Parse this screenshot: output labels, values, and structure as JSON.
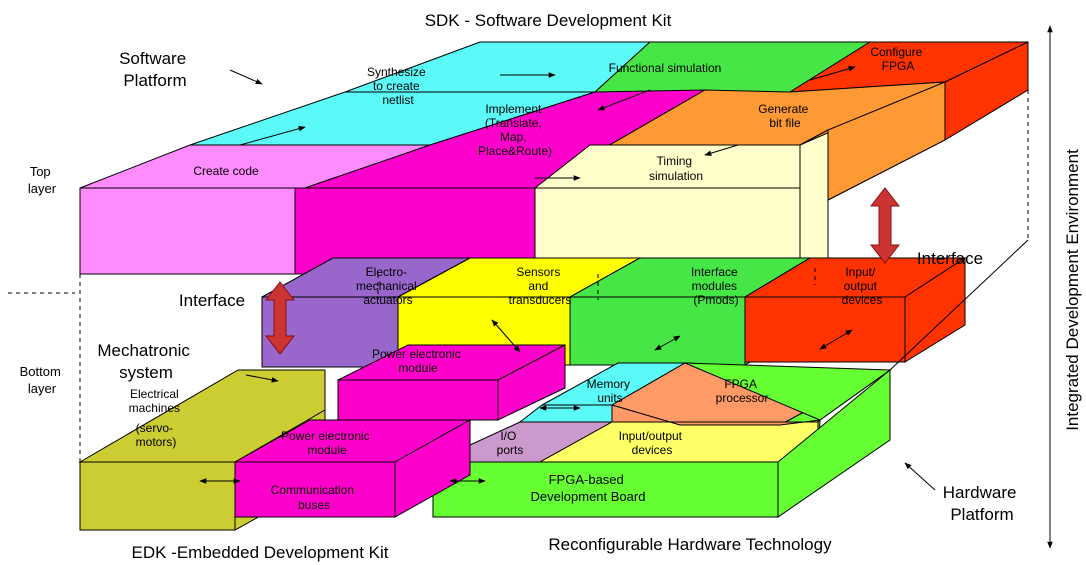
{
  "titles": {
    "sdk": "SDK - Software Development Kit",
    "edk": "EDK -Embedded Development Kit",
    "rht": "Reconfigurable Hardware Technology",
    "ide": "Integrated Development Environment"
  },
  "labels": {
    "software_platform_1": "Software",
    "software_platform_2": "Platform",
    "top_layer_1": "Top",
    "top_layer_2": "layer",
    "bottom_layer_1": "Bottom",
    "bottom_layer_2": "layer",
    "mechatronic_1": "Mechatronic",
    "mechatronic_2": "system",
    "hardware_1": "Hardware",
    "hardware_2": "Platform",
    "interface_left": "Interface",
    "interface_right": "Interface"
  },
  "top_blocks": {
    "create_code": "Create code",
    "synth_1": "Synthesize",
    "synth_2": "to create",
    "synth_3": "netlist",
    "func_sim": "Functional simulation",
    "configure_1": "Configure",
    "configure_2": "FPGA",
    "impl_1": "Implement",
    "impl_2": "(Translate,",
    "impl_3": "Map,",
    "impl_4": "Place&Route)",
    "gen_1": "Generate",
    "gen_2": "bit file",
    "timing_1": "Timing",
    "timing_2": "simulation"
  },
  "bottom_blocks": {
    "actuators_1": "Electro-",
    "actuators_2": "mechanical",
    "actuators_3": "actuators",
    "sensors_1": "Sensors",
    "sensors_2": "and",
    "sensors_3": "transducers",
    "iface_1": "Interface",
    "iface_2": "modules",
    "iface_3": "(Pmods)",
    "io_1": "Input/",
    "io_2": "output",
    "io_3": "devices",
    "machines_1": "Electrical",
    "machines_2": "machines",
    "machines_3": "(servo-",
    "machines_4": "motors)",
    "power_top_1": "Power electronic",
    "power_top_2": "module",
    "memory_1": "Memory",
    "memory_2": "units",
    "fpga_proc_1": "FPGA",
    "fpga_proc_2": "processor",
    "power_low_1": "Power electronic",
    "power_low_2": "module",
    "comm_1": "Communication",
    "comm_2": "buses",
    "ioports_1": "I/O",
    "ioports_2": "ports",
    "iodev_1": "Input/output",
    "iodev_2": "devices",
    "board_1": "FPGA-based",
    "board_2": "Development Board"
  },
  "colors": {
    "pink": "#FF8CFF",
    "cyan": "#5CF9F9",
    "green": "#46E646",
    "red": "#FF3300",
    "magenta": "#FF00CC",
    "orange": "#FF9933",
    "cream": "#FFFFCC",
    "purple": "#9966CC",
    "yellow": "#FFFF00",
    "olive": "#CCCC33",
    "lime": "#66FF33",
    "salmon": "#FF9966",
    "lavender": "#CC99CC",
    "paleyellow": "#FFFF66",
    "arrow": "#CC3333"
  }
}
